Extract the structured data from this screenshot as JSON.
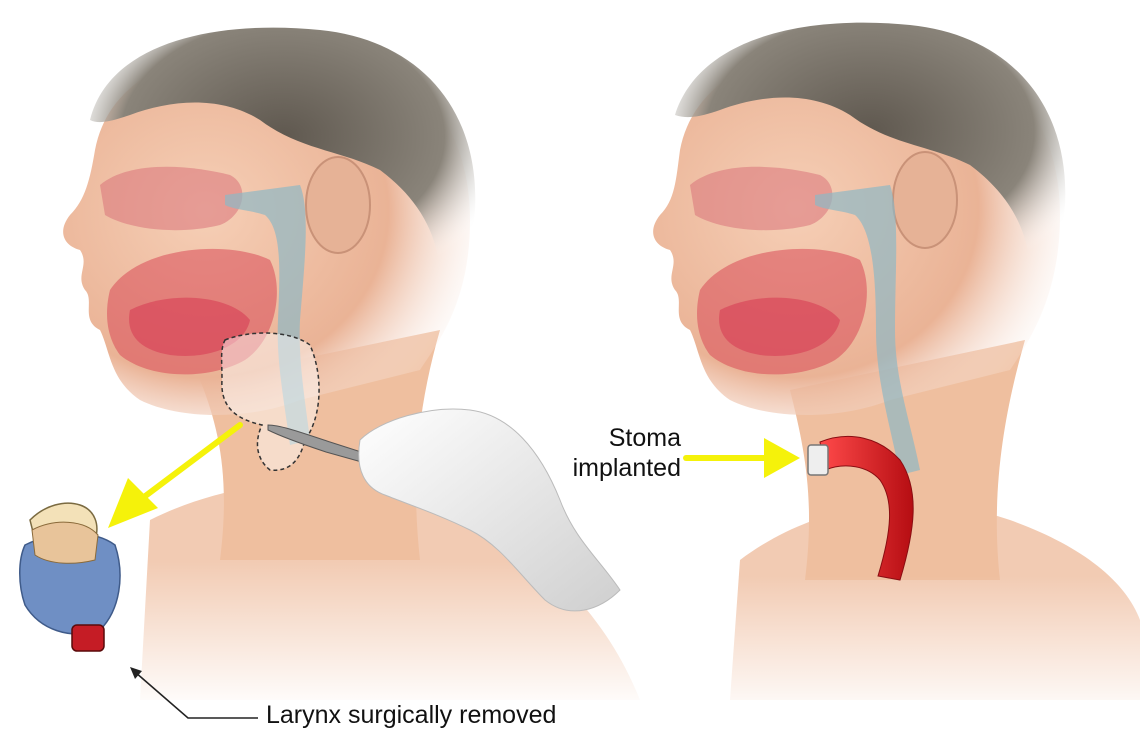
{
  "labels": {
    "stoma_line1": "Stoma",
    "stoma_line2": "implanted",
    "larynx": "Larynx surgically removed"
  },
  "colors": {
    "skin": "#f2c4a8",
    "hair": "#6b655c",
    "tissue_red": "#d9505a",
    "airway": "#8fb8c4",
    "arrow_yellow": "#f5f20a",
    "stoma_red": "#d8141c",
    "cartilage_blue": "#6f8fc4"
  },
  "icons": {
    "removal_arrow": "yellow-arrow-icon",
    "stoma_arrow": "yellow-arrow-icon",
    "pointer": "line-arrow-icon",
    "scalpel": "scalpel-icon",
    "hand": "gloved-hand-icon"
  }
}
